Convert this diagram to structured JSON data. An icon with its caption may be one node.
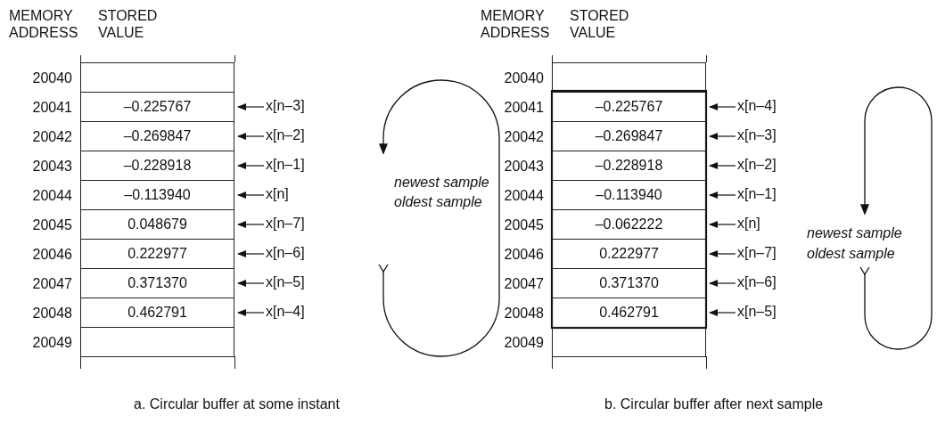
{
  "diagram": {
    "nodes": [
      {
        "text": [],
        "shape": "box",
        "beside": [
          "20040"
        ]
      },
      {
        "text": [
          "–0.225767"
        ],
        "beside": [
          "20041"
        ]
      },
      {
        "text": [
          "x[n–3]"
        ]
      },
      {
        "text": [
          "–0.269847"
        ],
        "beside": [
          "20042"
        ]
      },
      {
        "text": [
          "x[n–2]"
        ]
      },
      {
        "text": [
          "–0.228918"
        ],
        "beside": [
          "20043"
        ]
      },
      {
        "text": [
          "x[n–1]"
        ]
      },
      {
        "text": [
          "–0.113940"
        ],
        "beside": [
          "20044"
        ]
      },
      {
        "text": [
          "x[n]"
        ]
      },
      {
        "text": [
          "0.048679"
        ],
        "beside": [
          "20045"
        ]
      },
      {
        "text": [
          "x[n–7]"
        ]
      },
      {
        "text": [
          "0.222977"
        ],
        "beside": [
          "20046"
        ]
      },
      {
        "text": [
          "x[n–6]"
        ]
      },
      {
        "text": [
          "0.371370"
        ],
        "beside": [
          "20047"
        ]
      },
      {
        "text": [
          "x[n–5]"
        ]
      },
      {
        "text": [
          "0.462791"
        ],
        "beside": [
          "20048"
        ]
      },
      {
        "text": [
          "x[n–4]"
        ]
      },
      {
        "text": [],
        "shape": "box",
        "beside": [
          "20049"
        ]
      },
      {
        "text": [],
        "shape": "box",
        "beside": [
          "20040"
        ]
      },
      {
        "text": [
          "–0.225767"
        ],
        "beside": [
          "20041"
        ]
      },
      {
        "text": [
          "x[n–4]"
        ]
      },
      {
        "text": [
          "–0.269847"
        ],
        "beside": [
          "20042"
        ]
      },
      {
        "text": [
          "x[n–3]"
        ]
      },
      {
        "text": [
          "–0.228918"
        ],
        "beside": [
          "20043"
        ]
      },
      {
        "text": [
          "x[n–2]"
        ]
      },
      {
        "text": [
          "–0.113940"
        ],
        "beside": [
          "20044"
        ]
      },
      {
        "text": [
          "x[n–1]"
        ]
      },
      {
        "text": [
          "–0.062222"
        ],
        "beside": [
          "20045"
        ]
      },
      {
        "text": [
          "x[n]"
        ]
      },
      {
        "text": [
          "0.222977"
        ],
        "beside": [
          "20046"
        ]
      },
      {
        "text": [
          "x[n–7]"
        ]
      },
      {
        "text": [
          "0.371370"
        ],
        "beside": [
          "20047"
        ]
      },
      {
        "text": [
          "x[n–6]"
        ]
      },
      {
        "text": [
          "0.462791"
        ],
        "beside": [
          "20048"
        ]
      },
      {
        "text": [
          "x[n–5]"
        ]
      },
      {
        "text": [],
        "shape": "box",
        "beside": [
          "20049"
        ]
      }
    ],
    "edges": [
      {
        "from": 2,
        "to": 1,
        "arrow": "to"
      },
      {
        "from": 4,
        "to": 3,
        "arrow": "to"
      },
      {
        "from": 6,
        "to": 5,
        "arrow": "to"
      },
      {
        "from": 8,
        "to": 7,
        "arrow": "to"
      },
      {
        "from": 10,
        "to": 9,
        "arrow": "to"
      },
      {
        "from": 12,
        "to": 11,
        "arrow": "to"
      },
      {
        "from": 14,
        "to": 13,
        "arrow": "to"
      },
      {
        "from": 16,
        "to": 15,
        "arrow": "to"
      },
      {
        "from": 20,
        "to": 19,
        "arrow": "to"
      },
      {
        "from": 22,
        "to": 21,
        "arrow": "to"
      },
      {
        "from": 24,
        "to": 23,
        "arrow": "to"
      },
      {
        "from": 26,
        "to": 25,
        "arrow": "to"
      },
      {
        "from": 28,
        "to": 27,
        "arrow": "to"
      },
      {
        "from": 30,
        "to": 29,
        "arrow": "to"
      },
      {
        "from": 32,
        "to": 31,
        "arrow": "to"
      },
      {
        "from": 34,
        "to": 33,
        "arrow": "to"
      }
    ],
    "labels": [
      "MEMORY ADDRESS",
      "STORED VALUE",
      "MEMORY ADDRESS",
      "STORED VALUE",
      "newest sample",
      "oldest sample",
      "newest sample",
      "oldest sample",
      "a. Circular buffer at some instant",
      "b. Circular buffer after next sample"
    ]
  }
}
